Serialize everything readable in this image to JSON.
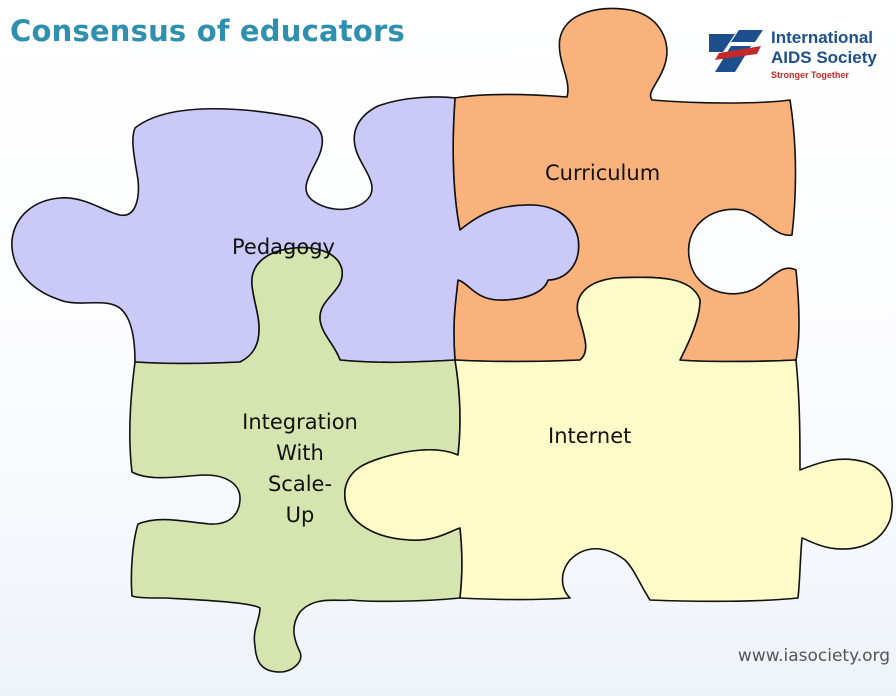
{
  "slide": {
    "title": "Consensus of educators",
    "url": "www.iasociety.org"
  },
  "logo": {
    "line1": "International",
    "line2": "AIDS Society",
    "tagline": "Stronger Together"
  },
  "pieces": [
    {
      "label": "Pedagogy"
    },
    {
      "label": "Curriculum"
    },
    {
      "label_lines": [
        "Integration",
        "With",
        "Scale-",
        "Up"
      ]
    },
    {
      "label": "Internet"
    }
  ],
  "colors": {
    "title": "#2e8fae",
    "pedagogy_fill": "#cbc9f7",
    "curriculum_fill": "#f9b27c",
    "integration_fill": "#d6e4b0",
    "internet_fill": "#fdfcc9",
    "logo_blue": "#1d4f8c",
    "logo_red": "#c42a2a"
  }
}
